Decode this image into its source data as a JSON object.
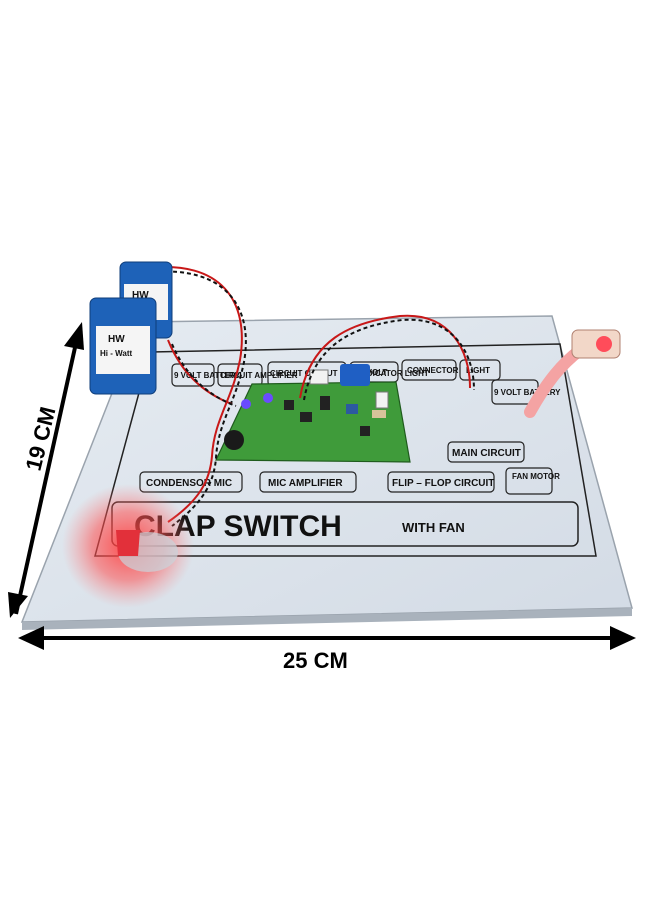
{
  "dimensions": {
    "width": "25 CM",
    "height": "19 CM"
  },
  "board": {
    "title": "CLAP SWITCH",
    "subtitle": "WITH FAN",
    "blocks": {
      "battery_left": "9 VOLT BATTERY",
      "circuit_amplifier": "CIRCUIT AMPLIFIER",
      "circuit_output": "CIRCUIT OUTPUT FOR INDICATOR LIGHT",
      "volt_top": "9 VOLT",
      "connector": "CONNECTOR",
      "light": "LIGHT",
      "battery_right": "9 VOLT BATTERY",
      "main_circuit": "MAIN CIRCUIT",
      "condensor_mic": "CONDENSOR MIC",
      "mic_amplifier": "MIC AMPLIFIER",
      "flip_flop": "FLIP – FLOP CIRCUIT",
      "fan_motor": "FAN MOTOR"
    }
  },
  "battery": {
    "brand": "HW",
    "model": "Hi - Watt"
  },
  "colors": {
    "board": "#dde4ec",
    "pcb": "#3f9b3a",
    "battery": "#1e62b8",
    "wire_red": "#c81818",
    "wire_black": "#111111",
    "fan": "#e2303a"
  }
}
